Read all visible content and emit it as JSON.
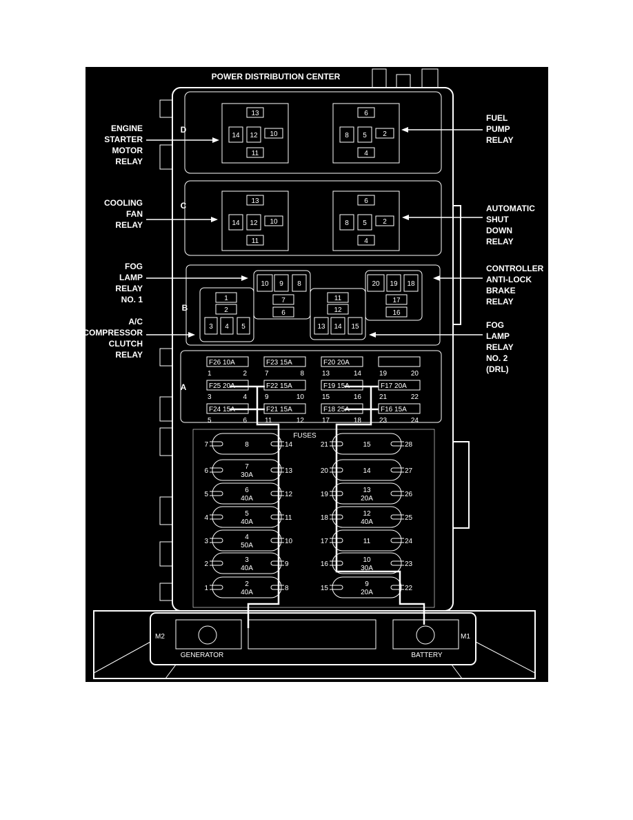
{
  "title": "POWER DISTRIBUTION CENTER",
  "colors": {
    "background": "#000000",
    "line": "#ffffff",
    "page": "#ffffff"
  },
  "sections": [
    "D",
    "C",
    "B",
    "A"
  ],
  "callouts_left": [
    {
      "lines": [
        "ENGINE",
        "STARTER",
        "MOTOR",
        "RELAY"
      ]
    },
    {
      "lines": [
        "COOLING",
        "FAN",
        "RELAY"
      ]
    },
    {
      "lines": [
        "FOG",
        "LAMP",
        "RELAY",
        "NO. 1"
      ]
    },
    {
      "lines": [
        "A/C",
        "COMPRESSOR",
        "CLUTCH",
        "RELAY"
      ]
    }
  ],
  "callouts_right": [
    {
      "lines": [
        "FUEL",
        "PUMP",
        "RELAY"
      ]
    },
    {
      "lines": [
        "AUTOMATIC",
        "SHUT",
        "DOWN",
        "RELAY"
      ]
    },
    {
      "lines": [
        "CONTROLLER",
        "ANTI-LOCK",
        "BRAKE",
        "RELAY"
      ]
    },
    {
      "lines": [
        "FOG",
        "LAMP",
        "RELAY",
        "NO. 2",
        "(DRL)"
      ]
    }
  ],
  "large_relays": [
    {
      "pins": [
        "13",
        "14",
        "12",
        "10",
        "11"
      ]
    },
    {
      "pins": [
        "6",
        "8",
        "5",
        "2",
        "4"
      ]
    },
    {
      "pins": [
        "13",
        "14",
        "12",
        "10",
        "11"
      ]
    },
    {
      "pins": [
        "6",
        "8",
        "5",
        "2",
        "4"
      ]
    }
  ],
  "small_relays": [
    {
      "pins": [
        "1",
        "2",
        "3",
        "4",
        "5"
      ]
    },
    {
      "pins": [
        "10",
        "9",
        "8",
        "7",
        "6"
      ]
    },
    {
      "pins": [
        "11",
        "12",
        "13",
        "14",
        "15"
      ]
    },
    {
      "pins": [
        "20",
        "19",
        "18",
        "17",
        "16"
      ]
    }
  ],
  "mini_fuses": [
    {
      "label": "F26 10A",
      "pins": [
        "1",
        "2"
      ]
    },
    {
      "label": "F23 15A",
      "pins": [
        "7",
        "8"
      ]
    },
    {
      "label": "F20 20A",
      "pins": [
        "13",
        "14"
      ]
    },
    {
      "label": "",
      "pins": [
        "19",
        "20"
      ]
    },
    {
      "label": "F25 20A",
      "pins": [
        "3",
        "4"
      ]
    },
    {
      "label": "F22 15A",
      "pins": [
        "9",
        "10"
      ]
    },
    {
      "label": "F19 15A",
      "pins": [
        "15",
        "16"
      ]
    },
    {
      "label": "F17 20A",
      "pins": [
        "21",
        "22"
      ]
    },
    {
      "label": "F24 15A",
      "pins": [
        "5",
        "6"
      ]
    },
    {
      "label": "F21 15A",
      "pins": [
        "11",
        "12"
      ]
    },
    {
      "label": "F18 25A",
      "pins": [
        "17",
        "18"
      ]
    },
    {
      "label": "F16 15A",
      "pins": [
        "23",
        "24"
      ]
    }
  ],
  "fuses_label": "FUSES",
  "maxi_fuses_left": [
    {
      "num": "8",
      "amp": "",
      "l": "7",
      "r": "14"
    },
    {
      "num": "7",
      "amp": "30A",
      "l": "6",
      "r": "13"
    },
    {
      "num": "6",
      "amp": "40A",
      "l": "5",
      "r": "12"
    },
    {
      "num": "5",
      "amp": "40A",
      "l": "4",
      "r": "11"
    },
    {
      "num": "4",
      "amp": "50A",
      "l": "3",
      "r": "10"
    },
    {
      "num": "3",
      "amp": "40A",
      "l": "2",
      "r": "9"
    },
    {
      "num": "2",
      "amp": "40A",
      "l": "1",
      "r": "8"
    }
  ],
  "maxi_fuses_right": [
    {
      "num": "15",
      "amp": "",
      "l": "21",
      "r": "28"
    },
    {
      "num": "14",
      "amp": "",
      "l": "20",
      "r": "27"
    },
    {
      "num": "13",
      "amp": "20A",
      "l": "19",
      "r": "26"
    },
    {
      "num": "12",
      "amp": "40A",
      "l": "18",
      "r": "25"
    },
    {
      "num": "11",
      "amp": "",
      "l": "17",
      "r": "24"
    },
    {
      "num": "10",
      "amp": "30A",
      "l": "16",
      "r": "23"
    },
    {
      "num": "9",
      "amp": "20A",
      "l": "15",
      "r": "22"
    }
  ],
  "terminals": {
    "m2": "M2",
    "m1": "M1",
    "generator": "GENERATOR",
    "battery": "BATTERY"
  }
}
